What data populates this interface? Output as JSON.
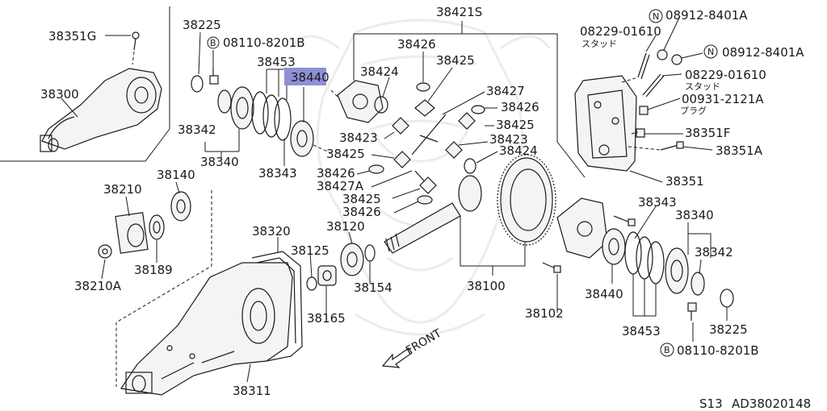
{
  "labels": {
    "l38351G": "38351G",
    "l38300": "38300",
    "l38225_top": "38225",
    "lB_top": "08110-8201B",
    "l38453_top": "38453",
    "l38440_top": "38440",
    "l38342_top": "38342",
    "l38340_top": "38340",
    "l38343_top": "38343",
    "l38421S": "38421S",
    "l38426_a": "38426",
    "l38425_a": "38425",
    "l38424_a": "38424",
    "l38427": "38427",
    "l38426_b": "38426",
    "l38425_b": "38425",
    "l38423_a": "38423",
    "l38423_b": "38423",
    "l38425_c": "38425",
    "l38424_b": "38424",
    "l38426_c": "38426",
    "l38427A": "38427A",
    "l38425_d": "38425",
    "l38426_d": "38426",
    "lN1": "08912-8401A",
    "lN2": "08912-8401A",
    "lStud1": "08229-01610",
    "lStud1jp": "スタッド",
    "lStud2": "08229-01610",
    "lStud2jp": "スタッド",
    "lPlug": "00931-2121A",
    "lPlugjp": "プラグ",
    "l38351F": "38351F",
    "l38351A": "38351A",
    "l38351": "38351",
    "l38140": "38140",
    "l38210": "38210",
    "l38189": "38189",
    "l38210A": "38210A",
    "l38320": "38320",
    "l38125": "38125",
    "l38120": "38120",
    "l38154": "38154",
    "l38165": "38165",
    "l38311": "38311",
    "l38100": "38100",
    "l38102": "38102",
    "l38343_bot": "38343",
    "l38340_bot": "38340",
    "l38342_bot": "38342",
    "l38440_bot": "38440",
    "l38453_bot": "38453",
    "l38225_bot": "38225",
    "lB_bot": "08110-8201B",
    "front": "FRONT",
    "footer_model": "S13",
    "footer_code": "AD38020148"
  },
  "symbols": {
    "bolt_prefix": "B",
    "nut_prefix": "N"
  },
  "highlight": {
    "part": "38440",
    "color": "#8f8fd6"
  },
  "icons": {
    "front_arrow": "front-arrow-icon",
    "watermark": "samurai-mask-watermark"
  }
}
